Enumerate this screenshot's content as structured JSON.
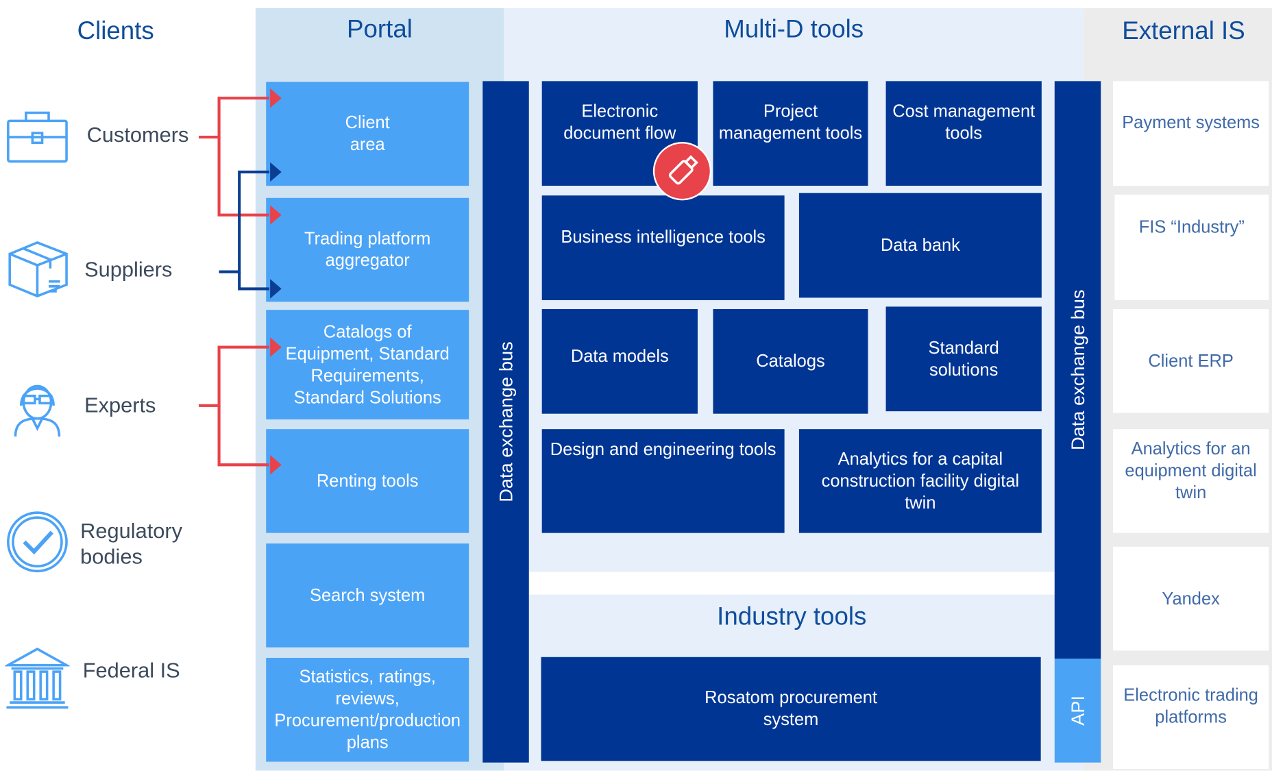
{
  "headers": {
    "clients": "Clients",
    "portal": "Portal",
    "multid": "Multi-D tools",
    "external": "External IS",
    "industry": "Industry tools"
  },
  "clients": [
    {
      "label": "Customers",
      "icon": "briefcase-icon"
    },
    {
      "label": "Suppliers",
      "icon": "package-box-icon"
    },
    {
      "label": "Experts",
      "icon": "expert-person-icon"
    },
    {
      "label": "Regulatory\nbodies",
      "icon": "checkmark-circle-icon"
    },
    {
      "label": "Federal IS",
      "icon": "government-building-icon"
    }
  ],
  "portal": [
    "Client\narea",
    "Trading platform\naggregator",
    "Catalogs of\nEquipment, Standard\nRequirements,\nStandard Solutions",
    "Renting tools",
    "Search system",
    "Statistics, ratings,\nreviews,\nProcurement/production\nplans"
  ],
  "bus": {
    "left": "Data exchange bus",
    "right": "Data exchange bus",
    "api": "API"
  },
  "multid": {
    "electronic_doc_flow": "Electronic\ndocument flow",
    "project_mgmt": "Project\nmanagement tools",
    "cost_mgmt": "Cost management\ntools",
    "bi_tools": "Business intelligence tools",
    "data_bank": "Data bank",
    "data_models": "Data models",
    "catalogs": "Catalogs",
    "standard_solutions": "Standard\nsolutions",
    "design_engineering": "Design and engineering tools",
    "analytics_capital": "Analytics for a capital\nconstruction facility digital\ntwin"
  },
  "industry": {
    "rosatom": "Rosatom procurement\nsystem"
  },
  "external": [
    "Payment systems",
    "FIS “Industry”",
    "Client ERP",
    "Analytics for an\nequipment digital\ntwin",
    "Yandex",
    "Electronic trading\nplatforms"
  ],
  "badge": {
    "icon": "usb-drive-icon",
    "color": "#e8424a"
  },
  "colors": {
    "heading": "#0f4d9c",
    "portal_box": "#4ba3f6",
    "dark_box": "#003594",
    "connector_red": "#e8424a",
    "connector_blue": "#0b3d91"
  }
}
